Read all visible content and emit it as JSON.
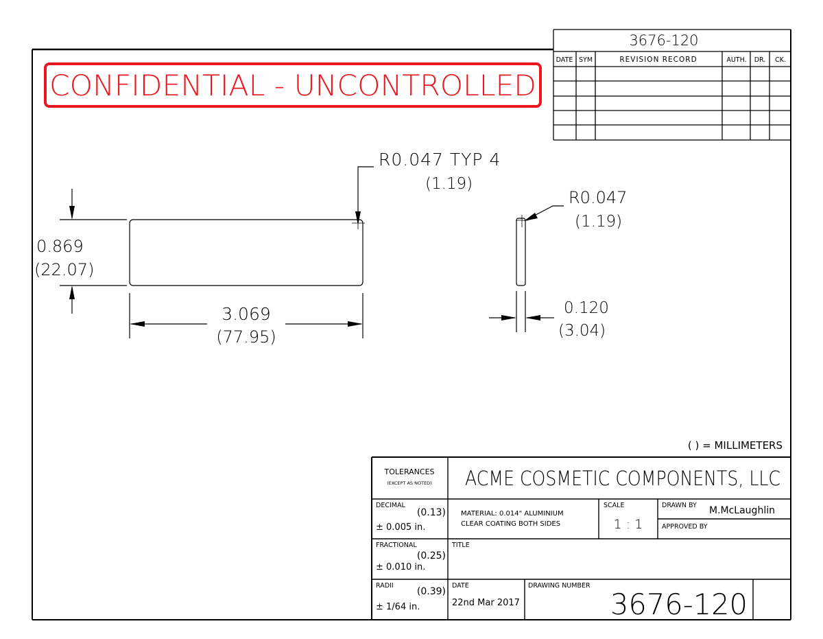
{
  "drawing_number_top": "3676-120",
  "confidential_banner": "CONFIDENTIAL - UNCONTROLLED",
  "revision_table": {
    "headers": [
      "DATE",
      "SYM",
      "REVISION RECORD",
      "AUTH.",
      "DR.",
      "CK."
    ]
  },
  "dimensions": {
    "radius_typ": "R0.047 TYP 4",
    "radius_typ_mm": "(1.19)",
    "radius_side": "R0.047",
    "radius_side_mm": "(1.19)",
    "height": "0.869",
    "height_mm": "(22.07)",
    "width": "3.069",
    "width_mm": "(77.95)",
    "thickness": "0.120",
    "thickness_mm": "(3.04)"
  },
  "units_note": "( ) = MILLIMETERS",
  "title_block": {
    "tolerances_label": "TOLERANCES",
    "except_label": "(EXCEPT AS NOTED)",
    "company": "ACME COSMETIC COMPONENTS, LLC",
    "decimal_label": "DECIMAL",
    "decimal_mm": "(0.13)",
    "decimal_value": "± 0.005 in.",
    "material_line1": "MATERIAL: 0.014\" ALUMINIUM",
    "material_line2": "CLEAR COATING BOTH SIDES",
    "scale_label": "SCALE",
    "scale_value": "1 : 1",
    "drawn_by_label": "DRAWN BY",
    "drawn_by_value": "M.McLaughlin",
    "approved_by_label": "APPROVED BY",
    "fractional_label": "FRACTIONAL",
    "fractional_mm": "(0.25)",
    "fractional_value": "± 0.010 in.",
    "title_label": "TITLE",
    "radii_label": "RADII",
    "radii_mm": "(0.39)",
    "radii_value": "± 1/64 in.",
    "date_label": "DATE",
    "date_value": "22nd Mar 2017",
    "drawing_number_label": "DRAWING NUMBER",
    "drawing_number": "3676-120"
  },
  "colors": {
    "banner": "#e8171f",
    "line": "#000000"
  }
}
